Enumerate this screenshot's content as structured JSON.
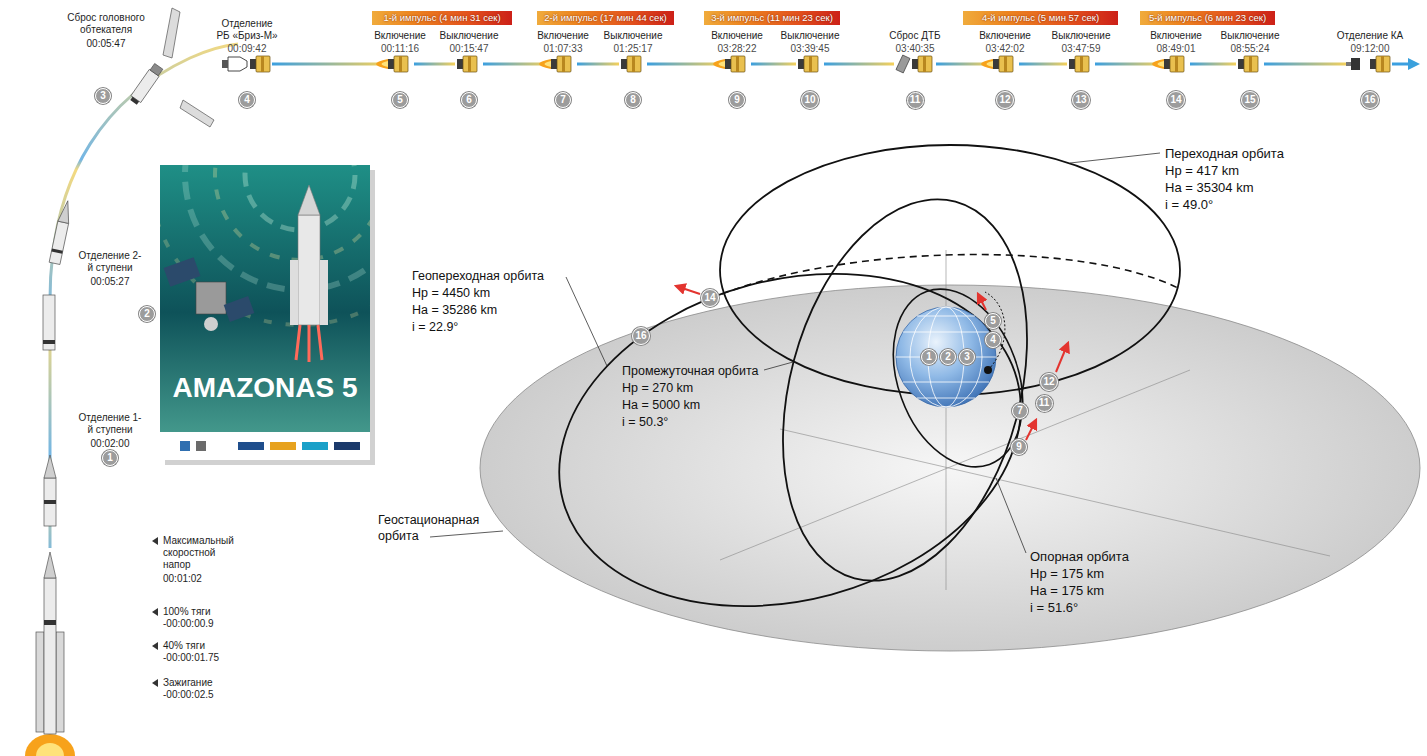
{
  "diagram": {
    "nodes": [
      {
        "text": [
          "1-й импульс (4 мин 31 сек)"
        ]
      },
      {
        "text": [
          "2-й импульс (17 мин 44 сек)"
        ]
      },
      {
        "text": [
          "3-й импульс (11 мин 23 сек)"
        ]
      },
      {
        "text": [
          "4-й импульс (5 мин 57 сек)"
        ]
      },
      {
        "text": [
          "5-й импульс (6 мин 23 сек)"
        ]
      },
      {
        "text": [
          "3"
        ]
      },
      {
        "text": [
          "2"
        ]
      },
      {
        "text": [
          "1"
        ]
      },
      {
        "text": [
          "4"
        ]
      },
      {
        "text": [
          "5"
        ]
      },
      {
        "text": [
          "6"
        ]
      },
      {
        "text": [
          "7"
        ]
      },
      {
        "text": [
          "8"
        ]
      },
      {
        "text": [
          "9"
        ]
      },
      {
        "text": [
          "10"
        ]
      },
      {
        "text": [
          "11"
        ]
      },
      {
        "text": [
          "12"
        ]
      },
      {
        "text": [
          "13"
        ]
      },
      {
        "text": [
          "14"
        ]
      },
      {
        "text": [
          "15"
        ]
      },
      {
        "text": [
          "16"
        ]
      },
      {
        "text": [
          "1"
        ]
      },
      {
        "text": [
          "2"
        ]
      },
      {
        "text": [
          "3"
        ]
      },
      {
        "text": [
          "5"
        ]
      },
      {
        "text": [
          "4"
        ]
      },
      {
        "text": [
          "14"
        ]
      },
      {
        "text": [
          "16"
        ]
      },
      {
        "text": [
          "12"
        ]
      },
      {
        "text": [
          "11"
        ]
      },
      {
        "text": [
          "7"
        ]
      },
      {
        "text": [
          "9"
        ]
      }
    ],
    "labels": [
      "Сброс головного обтекателя",
      "00:05:47",
      "Отделение 2-й ступени",
      "00:05:27",
      "Отделение 1-й ступени",
      "00:02:00",
      "Максимальный скоростной напор",
      "00:01:02",
      "100% тяги",
      "-00:00:00.9",
      "40% тяги",
      "-00:00:01.75",
      "Зажигание",
      "-00:00:02.5",
      "Отделение РБ «Бриз-М»",
      "00:09:42",
      "Включение",
      "00:11:16",
      "Выключение",
      "00:15:47",
      "Включение",
      "01:07:33",
      "Выключение",
      "01:25:17",
      "Включение",
      "03:28:22",
      "Выключение",
      "03:39:45",
      "Сброс ДТБ",
      "03:40:35",
      "Включение",
      "03:42:02",
      "Выключение",
      "03:47:59",
      "Включение",
      "08:49:01",
      "Выключение",
      "08:55:24",
      "Отделение КА",
      "09:12:00",
      "AMAZONAS 5",
      "Переходная орбита",
      "Hp = 417 km",
      "Ha = 35304 km",
      "i = 49.0°",
      "Геопереходная орбита",
      "Hp = 4450 km",
      "Ha = 35286 km",
      "i = 22.9°",
      "Промежуточная орбита",
      "Hp = 270 km",
      "Ha = 5000 km",
      "i = 50.3°",
      "Опорная орбита",
      "Hp = 175 km",
      "Ha = 175 km",
      "i = 51.6°",
      "Геостационарная орбита"
    ]
  }
}
